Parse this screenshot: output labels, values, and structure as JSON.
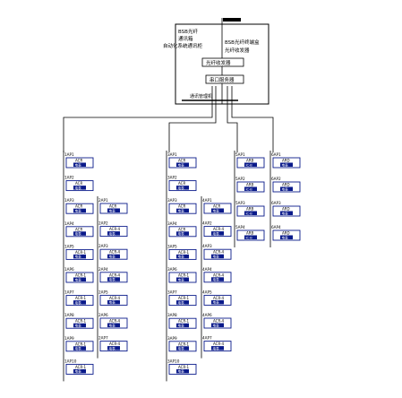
{
  "cabinet": {
    "header_lines": [
      "BSB光纤",
      "通讯箱",
      "自动化系统通讯柜"
    ],
    "right_lines": [
      "BSB光纤终端盒",
      "光纤收发器"
    ],
    "switch_label": "光纤收发器",
    "hub_label": "串口服务器",
    "bottom_label": "通讯管理机"
  },
  "columns": [
    {
      "id": "col1",
      "devices": [
        {
          "tag": "1AP1",
          "name": "ACR",
          "sub": "电表"
        },
        {
          "tag": "1AP2",
          "name": "ACR",
          "sub": "电表"
        },
        {
          "tag": "1AP3",
          "name": "ACR",
          "sub": "电表"
        },
        {
          "tag": "1AP4",
          "name": "ACR",
          "sub": "电表"
        },
        {
          "tag": "1AP5",
          "name": "ACR-1",
          "sub": "电表"
        },
        {
          "tag": "1AP6",
          "name": "ACR-1",
          "sub": "电表"
        },
        {
          "tag": "1AP7",
          "name": "ACR-1",
          "sub": "电表"
        },
        {
          "tag": "1AP8",
          "name": "ACR-1",
          "sub": "电表"
        },
        {
          "tag": "1AP9",
          "name": "ACR-1",
          "sub": "电表"
        },
        {
          "tag": "1AP10",
          "name": "ACR-1",
          "sub": "电表"
        }
      ]
    },
    {
      "id": "col2",
      "devices": [
        {
          "tag": "2AP1",
          "name": "ACR",
          "sub": "电表"
        },
        {
          "tag": "2AP2",
          "name": "ACR-4",
          "sub": "电表"
        },
        {
          "tag": "2AP3",
          "name": "ACR-4",
          "sub": "电表"
        },
        {
          "tag": "2AP4",
          "name": "ACR-4",
          "sub": "电表"
        },
        {
          "tag": "2AP5",
          "name": "ACR-4",
          "sub": "电表"
        },
        {
          "tag": "2AP6",
          "name": "ACR-4",
          "sub": "电表"
        },
        {
          "tag": "2AP7",
          "name": "ACR-4",
          "sub": "电表"
        }
      ]
    },
    {
      "id": "col3",
      "devices": [
        {
          "tag": "3AP1",
          "name": "ACR",
          "sub": "电表"
        },
        {
          "tag": "3AP2",
          "name": "ACR",
          "sub": "电表"
        },
        {
          "tag": "3AP3",
          "name": "ACR",
          "sub": "电表"
        },
        {
          "tag": "3AP4",
          "name": "ACR",
          "sub": "电表"
        },
        {
          "tag": "3AP5",
          "name": "ACR-1",
          "sub": "电表"
        },
        {
          "tag": "3AP6",
          "name": "ACR-1",
          "sub": "电表"
        },
        {
          "tag": "3AP7",
          "name": "ACR-1",
          "sub": "电表"
        },
        {
          "tag": "3AP8",
          "name": "ACR-1",
          "sub": "电表"
        },
        {
          "tag": "3AP9",
          "name": "ACR-1",
          "sub": "电表"
        },
        {
          "tag": "3AP10",
          "name": "ACR-1",
          "sub": "电表"
        }
      ]
    },
    {
      "id": "col4",
      "devices": [
        {
          "tag": "4AP1",
          "name": "ACR",
          "sub": "电表"
        },
        {
          "tag": "4AP2",
          "name": "ACR-4",
          "sub": "电表"
        },
        {
          "tag": "4AP3",
          "name": "ACR-4",
          "sub": "电表"
        },
        {
          "tag": "4AP4",
          "name": "ACR-4",
          "sub": "电表"
        },
        {
          "tag": "4AP5",
          "name": "ACR-4",
          "sub": "电表"
        },
        {
          "tag": "4AP6",
          "name": "ACR-4",
          "sub": "电表"
        },
        {
          "tag": "4AP7",
          "name": "ACR-4",
          "sub": "电表"
        }
      ]
    },
    {
      "id": "col5",
      "devices": [
        {
          "tag": "5AP1",
          "name": "ARB",
          "sub": "IC-B"
        },
        {
          "tag": "5AP2",
          "name": "ARB",
          "sub": "IC-B"
        },
        {
          "tag": "5AP3",
          "name": "ARB",
          "sub": "IC-B"
        },
        {
          "tag": "5AP4",
          "name": "ARB",
          "sub": "IC-B"
        }
      ]
    },
    {
      "id": "col6",
      "devices": [
        {
          "tag": "6AP1",
          "name": "ARD",
          "sub": "电表"
        },
        {
          "tag": "6AP2",
          "name": "ARD",
          "sub": "电表"
        },
        {
          "tag": "6AP3",
          "name": "ARD",
          "sub": "电表"
        },
        {
          "tag": "6AP4",
          "name": "ARD",
          "sub": "电表"
        }
      ]
    }
  ],
  "colors": {
    "line": "#000000",
    "box_fill": "#0a1a8a",
    "box_border": "#0a1a8a",
    "text_light": "#ffffff"
  }
}
